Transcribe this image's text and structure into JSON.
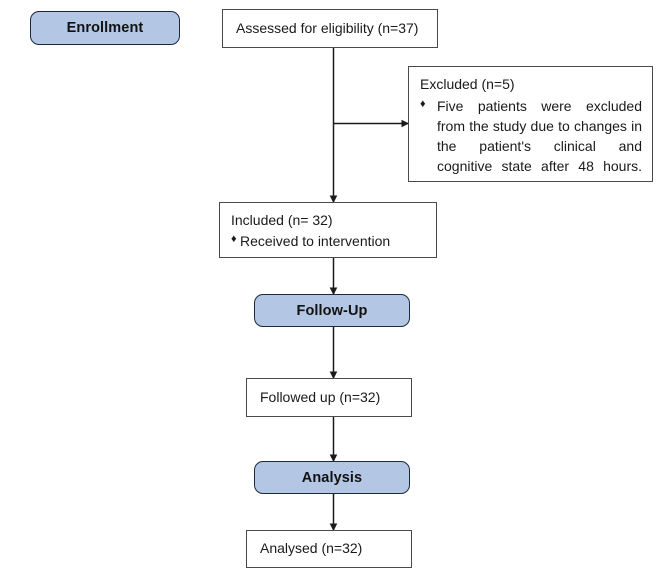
{
  "diagram": {
    "type": "consort-flow-diagram",
    "colors": {
      "stage_fill": "#b3c6e3",
      "stage_border": "#1c2a3a",
      "box_border": "#4a4a4a",
      "connector": "#1a1a1a",
      "text": "#1a1a1a",
      "background": "#ffffff"
    },
    "stages": {
      "enrollment": "Enrollment",
      "follow_up": "Follow-Up",
      "analysis": "Analysis"
    },
    "boxes": {
      "assessed": {
        "title": "Assessed for eligibility (n=37)"
      },
      "excluded": {
        "title": "Excluded (n=5)",
        "bullet_glyph": "♦",
        "bullets": [
          "Five patients were excluded from the study due to changes in the patient's clinical and cognitive state after 48 hours."
        ]
      },
      "included": {
        "title": "Included (n= 32)",
        "bullet_glyph": "♦",
        "bullets": [
          "Received to intervention"
        ]
      },
      "followed_up": {
        "title": "Followed up (n=32)"
      },
      "analysed": {
        "title": "Analysed (n=32)"
      }
    }
  }
}
